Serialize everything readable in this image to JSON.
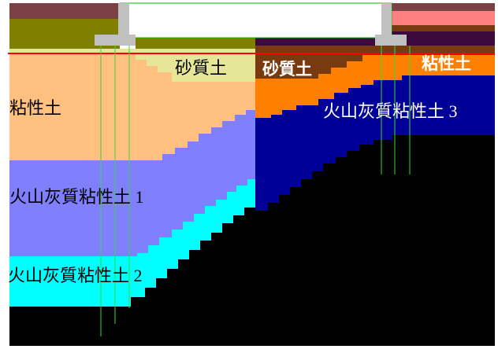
{
  "labels": {
    "sandy_soil_left": "砂質土",
    "sandy_soil_right": "砂質土",
    "clay_left": "粘性土",
    "clay_right": "粘性土",
    "volcanic_clay_1": "火山灰質粘性土 1",
    "volcanic_clay_2": "火山灰質粘性土 2",
    "volcanic_clay_3": "火山灰質粘性土 3"
  },
  "colors": {
    "topsoil_brown": "#7b4245",
    "olive_layer": "#808000",
    "sandy_soil": "#e6e699",
    "clay_peach": "#ffc080",
    "volcanic_1": "#8080ff",
    "volcanic_2": "#00ffff",
    "bedrock": "#000000",
    "dark_purple": "#3d0a3d",
    "dark_brown": "#7a3a10",
    "orange": "#ff8000",
    "volcanic_3_navy": "#000099",
    "pink_layer": "#ff8080",
    "structure_gray": "#c0c0c0",
    "pile_green": "#00e000",
    "water_level_red": "#ff0000"
  }
}
